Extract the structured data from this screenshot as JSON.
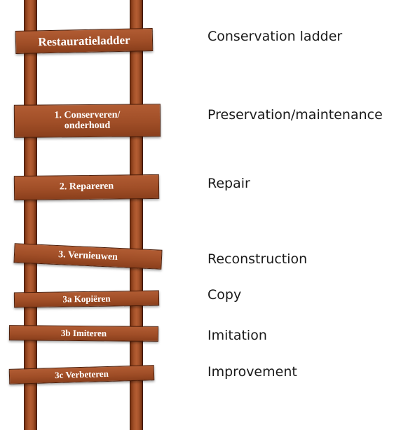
{
  "ladder": {
    "title": "Restauratieladder",
    "rungs": [
      "1. Conserveren/\nonderhoud",
      "2. Repareren",
      "3. Vernieuwen",
      "3a Kopiëren",
      "3b Imiteren",
      "3c Verbeteren"
    ]
  },
  "translations": {
    "title": "Conservation ladder",
    "rungs": [
      "Preservation/maintenance",
      "Repair",
      "Reconstruction",
      "Copy",
      "Imitation",
      "Improvement"
    ]
  },
  "colors": {
    "wood": "#a4522a",
    "wood_dark": "#4a1c08",
    "rung_text": "#ffffff",
    "label_text": "#1a1a1a"
  }
}
